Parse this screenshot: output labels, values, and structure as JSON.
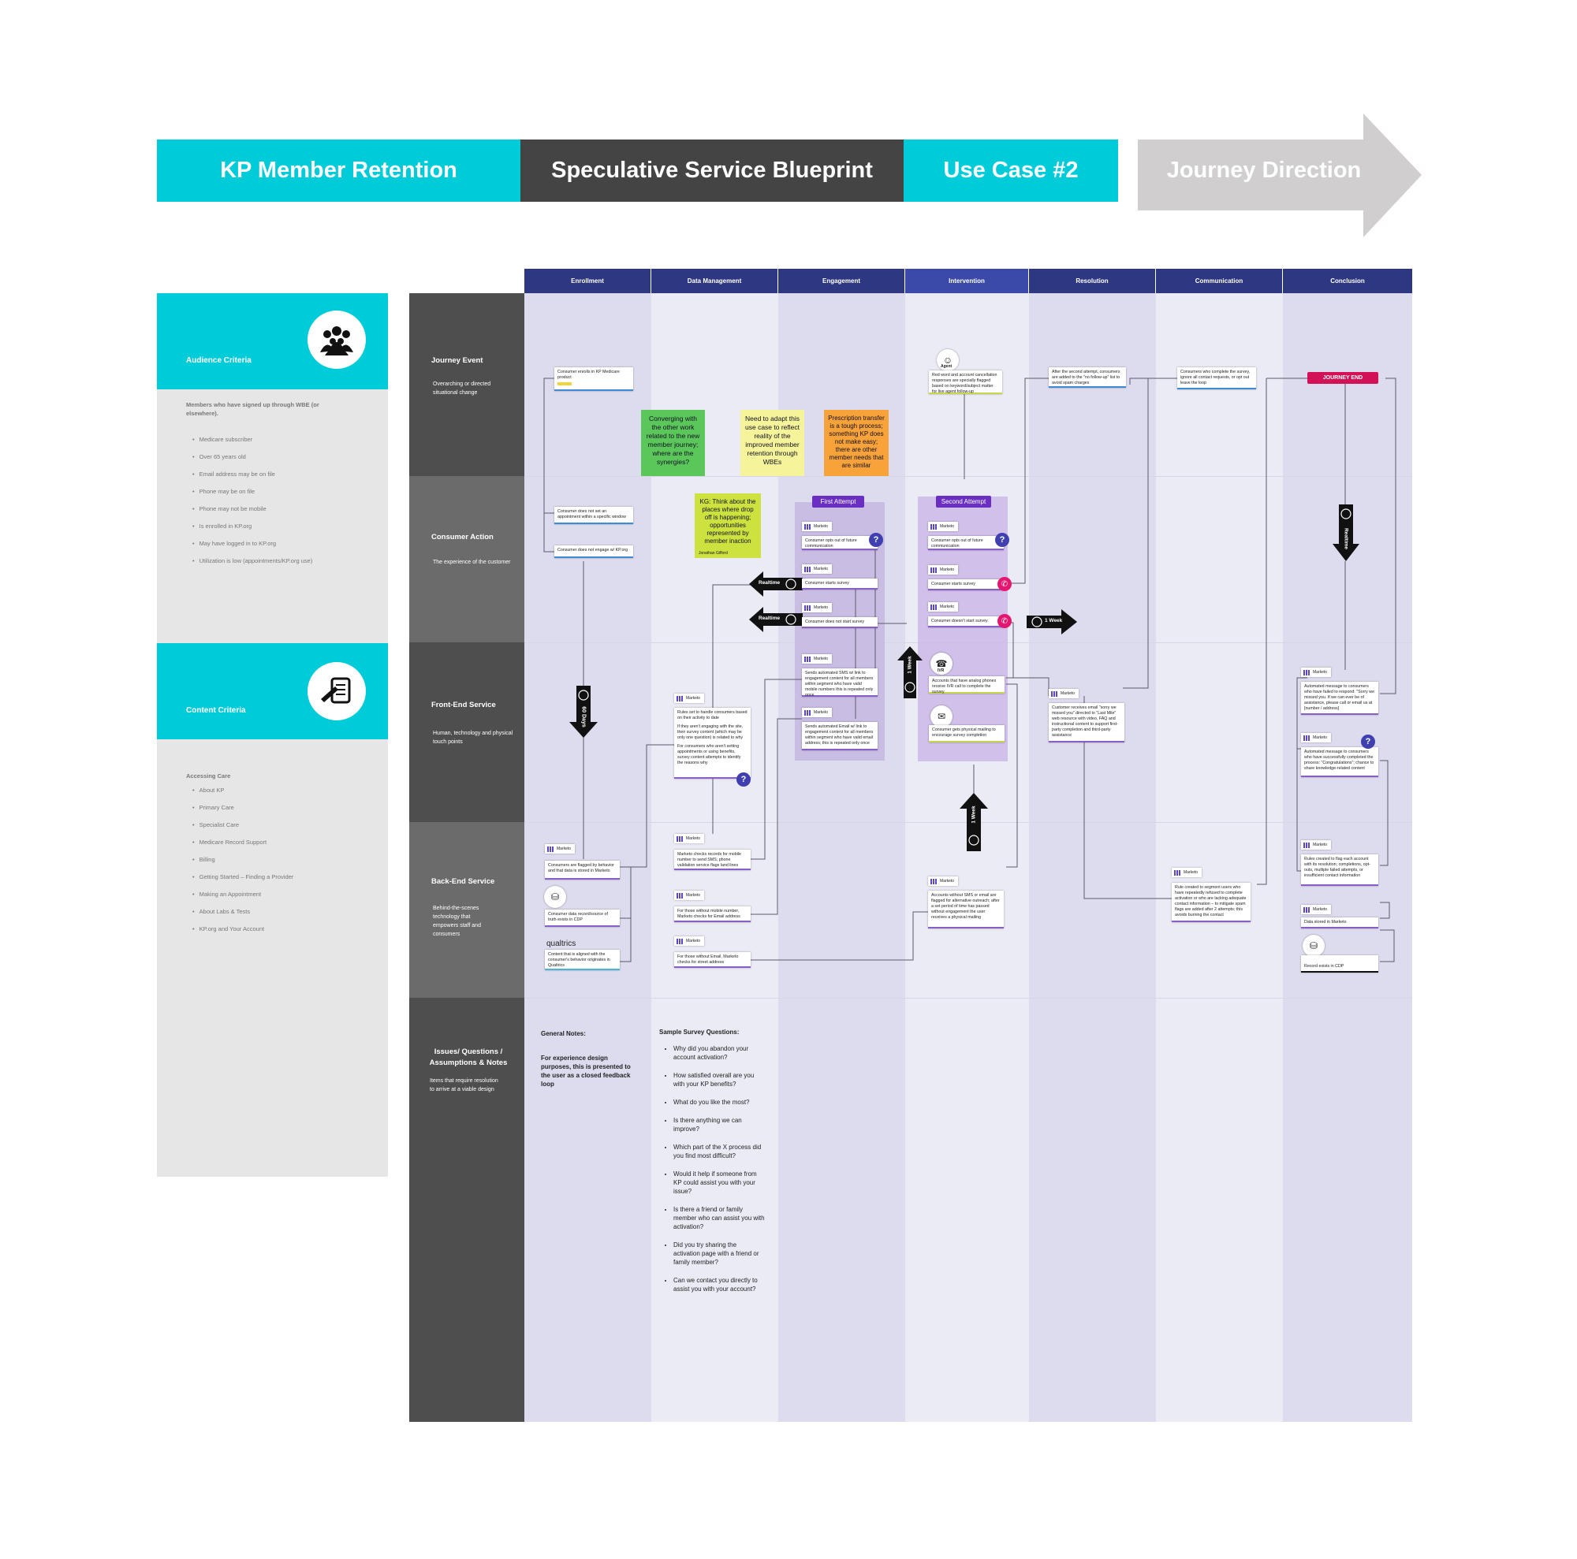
{
  "banner": {
    "title1": "KP Member Retention",
    "title2": "Speculative Service Blueprint",
    "title3": "Use Case #2",
    "direction": "Journey Direction"
  },
  "audience": {
    "title": "Audience Criteria",
    "intro": "Members who have signed up through WBE (or elsewhere).",
    "items": [
      "Medicare subscriber",
      "Over 65 years old",
      "Email address may be on file",
      "Phone may be on file",
      "Phone may not be mobile",
      "Is enrolled in KP.org",
      "May have logged in to KP.org",
      "Utilization is low (appointments/KP.org use)"
    ]
  },
  "content": {
    "title": "Content Criteria",
    "intro": "Accessing Care",
    "items": [
      "About KP",
      "Primary Care",
      "Specialist Care",
      "Medicare Record Support",
      "Billing",
      "Getting Started – Finding a Provider",
      "Making an Appointment",
      "About Labs & Tests",
      "KP.org and Your Account"
    ]
  },
  "columns": [
    "Enrollment",
    "Data Management",
    "Engagement",
    "Intervention",
    "Resolution",
    "Communication",
    "Conclusion"
  ],
  "rows": [
    {
      "title": "Journey Event",
      "sub": "Overarching or directed situational change"
    },
    {
      "title": "Consumer Action",
      "sub": "The experience of the customer"
    },
    {
      "title": "Front-End Service",
      "sub": "Human, technology and physical touch points"
    },
    {
      "title": "Back-End Service",
      "sub": "Behind-the-scenes technology that empowers staff and consumers"
    },
    {
      "title": "Issues/ Questions / Assumptions & Notes",
      "sub": "Items that require resolution to arrive at a viable design"
    }
  ],
  "cards": {
    "enroll_event": "Consumer enrolls in KP Medicare product",
    "no_appt": "Consumer does not set an appointment within a specific window",
    "no_engage": "Consumer does not engage w/ KP.org",
    "flagged": "Consumers are flagged by behavior and that data is stored in Marketo",
    "cdp": "Consumer data record/source of truth exists in CDP",
    "qualtrics": "Content that is aligned with the consumer's behavior originates in Qualtrics",
    "rules_set": "Rules set to handle consumers based on their activity to date",
    "rules_set_2": "If they aren't engaging with the site, their survey content (which may be only one question) is related to why",
    "rules_set_3": "For consumers who aren't setting appointments or using benefits, survey content attempts to identify the reasons why",
    "marketo_mobile": "Marketo checks records for mobile number to send SMS; phone validation service flags land lines",
    "no_mobile": "For those without mobile number, Marketo checks for Email address",
    "no_email": "For those without Email, Marketo checks for street address",
    "opt_out_1": "Consumer opts out of future communication",
    "starts_1": "Consumer starts survey",
    "not_start_1": "Consumer does not start survey",
    "sms_1": "Sends automated SMS w/ link to engagement content for all members within segment who have valid mobile numbers this is repeated only once",
    "email_1": "Sends automated Email w/ link to engagement content for all members within segment who have valid email address; this is repeated only once",
    "agent_event": "Red word and account cancellation responses are specially flagged based on keyword/subject matter for live agent follow-up",
    "opt_out_2": "Consumer opts out of future communication",
    "starts_2": "Consumer starts survey",
    "not_start_2": "Consumer doesn't start survey",
    "ivr": "Accounts that have analog phones receive IVR call to complete the survey",
    "mail": "Consumer gets physical mailing to encourage survey completion",
    "flag_mail": "Accounts without SMS or email are flagged for alternative outreach; after a set period of time has passed without engagement the user receives a physical mailing",
    "after_second": "After the second attempt, consumers are added to the \"no follow-up\" list to avoid spam charges",
    "sorry_email": "Customer receives email \"sorry we missed you\" directed to \"Last Mile\" web resource with video, FAQ and instructional content to support first-party completion and third-party assistance",
    "complete_event": "Consumers who complete the survey, ignore all contact requests, or opt out leave the loop",
    "segment_rule": "Rule created to segment users who have repeatedly refused to complete activation or who are lacking adequate contact information – to mitigate spam flags are added after 2 attempts; this avoids burning the contact",
    "auto_failed": "Automated message to consumers who have failed to respond: \"Sorry we missed you. If we can ever be of assistance, please call or email us at [number / address]",
    "auto_success": "Automated message to consumers who have successfully completed the process: \"Congratulations\"; chance to share knowledge-related content",
    "flag_rules": "Rules created to flag each account with its resolution; completions, opt-outs, multiple failed attempts, or insufficient contact information",
    "stored": "Data stored in Marketo",
    "cdp_record": "Record exists in CDP"
  },
  "stickies": {
    "green": "Converging with the other work related to the new member journey; where are the synergies?",
    "yellow1": "Need to adapt this use case to reflect reality of the improved member retention through WBEs",
    "orange": "Prescription transfer is a tough process; something KP does not make easy; there are other member needs that are similar",
    "yellow2": "KG: Think about the places where drop off is happening; opportunities represented by member inaction",
    "yellow2_author": "Jonathan Gifford"
  },
  "labels": {
    "first_attempt": "First Attempt",
    "second_attempt": "Second Attempt",
    "journey_end": "JOURNEY END",
    "realtime": "Realtime",
    "one_week": "1 Week",
    "sixty_days": "60 Days",
    "marketo": "Marketo",
    "qualtrics": "qualtrics",
    "agent": "Agent",
    "ivr_tag": "IVR"
  },
  "notes": {
    "general_title": "General Notes:",
    "general_body": "For experience design purposes, this is presented to the user as a closed feedback loop",
    "survey_title": "Sample Survey Questions:",
    "questions": [
      "Why did you abandon your account activation?",
      "How satisfied overall are you with your KP benefits?",
      "What do you like the most?",
      "Is there anything we can improve?",
      "Which part of the X process did you find most difficult?",
      "Would it help if someone from KP could assist you with your issue?",
      "Is there a friend or family member who can assist you with activation?",
      "Did you try sharing the activation page with a friend or family member?",
      "Can we contact you directly to assist you with your account?"
    ]
  },
  "colors": {
    "teal": "#00cbd9",
    "dark": "#444444",
    "navy": "#2e3882",
    "gray_arrow": "#d0cece",
    "purple": "#6a2fc2",
    "pink": "#e5166f"
  }
}
